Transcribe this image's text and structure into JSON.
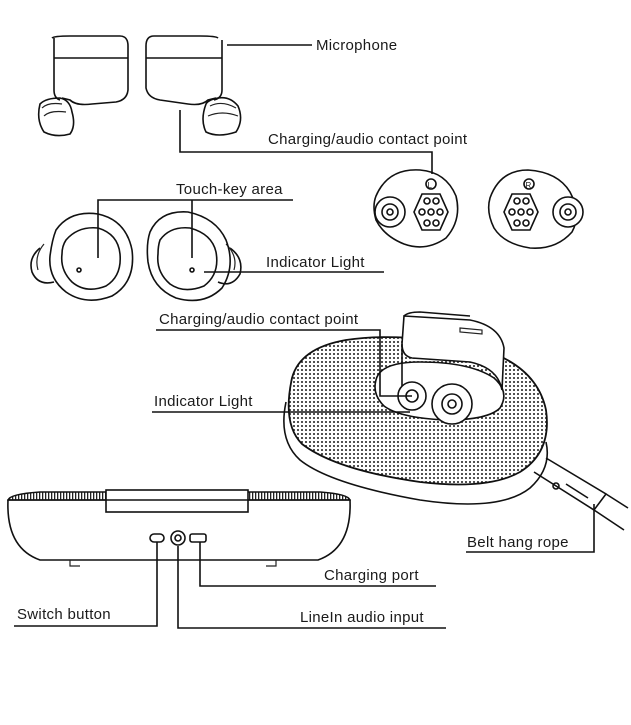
{
  "labels": {
    "microphone": "Microphone",
    "charging_contact_top": "Charging/audio contact point",
    "touch_key_area": "Touch-key area",
    "indicator_light_earbud": "Indicator Light",
    "charging_contact_case": "Charging/audio contact point",
    "indicator_light_case": "Indicator Light",
    "belt_hang_rope": "Belt hang rope",
    "charging_port": "Charging port",
    "switch_button": "Switch button",
    "linein_audio_input": "LineIn audio input"
  },
  "earbud_marks": {
    "left": "L",
    "right": "R"
  },
  "icons": [
    "earbud-side-view",
    "earbud-front-view",
    "earbud-contact-view",
    "speaker-case",
    "speaker-front-view"
  ],
  "colors": {
    "line": "#111111",
    "background": "#ffffff"
  }
}
